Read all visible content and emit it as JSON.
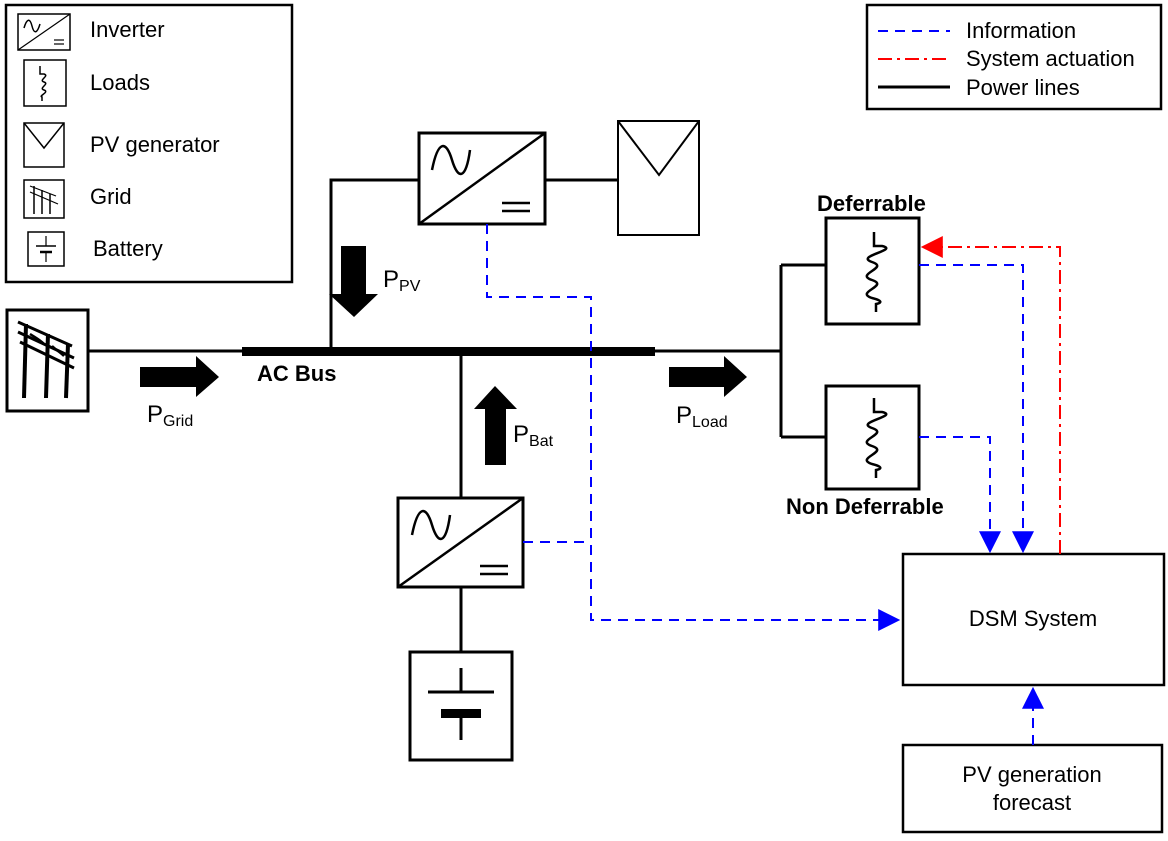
{
  "legend_symbols": {
    "inverter": "Inverter",
    "loads": "Loads",
    "pv_generator": "PV generator",
    "grid": "Grid",
    "battery": "Battery"
  },
  "legend_lines": {
    "information": "Information",
    "system_actuation": "System actuation",
    "power_lines": "Power lines"
  },
  "labels": {
    "ac_bus": "AC Bus",
    "deferrable": "Deferrable",
    "non_deferrable": "Non Deferrable",
    "dsm_system": "DSM System",
    "forecast_line1": "PV generation",
    "forecast_line2": "forecast"
  },
  "powers": {
    "p_pv": {
      "main": "P",
      "sub": "PV"
    },
    "p_grid": {
      "main": "P",
      "sub": "Grid"
    },
    "p_bat": {
      "main": "P",
      "sub": "Bat"
    },
    "p_load": {
      "main": "P",
      "sub": "Load"
    }
  },
  "colors": {
    "information": "#0000ff",
    "system_actuation": "#ff0000",
    "power_lines": "#000000"
  },
  "icons": [
    "inverter-icon",
    "load-icon",
    "pv-panel-icon",
    "grid-tower-icon",
    "battery-icon"
  ]
}
